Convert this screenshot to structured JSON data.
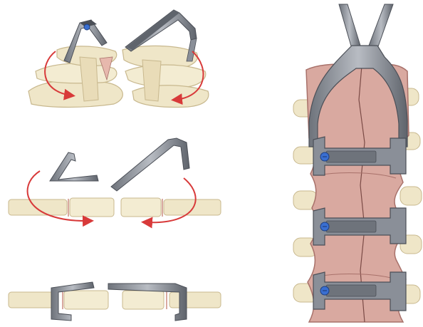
{
  "figure": {
    "panels": [
      {
        "id": "clamp-on-bone-3d"
      },
      {
        "id": "clamp-rotation-side"
      },
      {
        "id": "clamp-seated-side"
      },
      {
        "id": "spinous-process-plates"
      }
    ]
  },
  "colors": {
    "bone": "#efe6c8",
    "bone_edge": "#c8b88e",
    "vertebra_pink": "#d9a9a0",
    "vertebra_edge": "#a8716a",
    "metal": "#8a8f98",
    "metal_dark": "#4b4f57",
    "metal_light": "#c2c6cc",
    "arrow_red": "#d83a3a",
    "screw_blue": "#3a6fd1"
  },
  "icons": {
    "rotation_arrow": "curved-arrow-icon",
    "screw": "screw-icon"
  }
}
